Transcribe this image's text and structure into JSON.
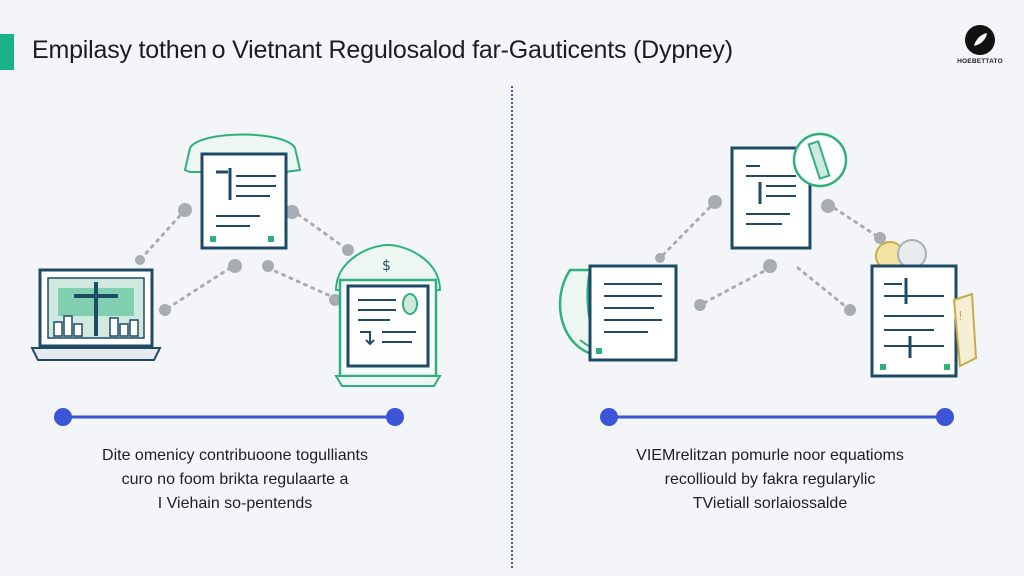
{
  "header": {
    "title": "Empilasy tothen o Vietnant Regulosalod far-Gauticents (Dypney)",
    "logo_text": "HOEBETTATO",
    "logo_icon": "circle-leaf-icon"
  },
  "colors": {
    "accent": "#19b387",
    "ink": "#1f4a66",
    "timeline": "#3b55d6",
    "connector": "#a7adb3"
  },
  "left_panel": {
    "caption_lines": [
      "Dite omenicy contribuoone togulliants",
      "curo no foom brikta regulaarte a",
      "I Viehain so-pentends"
    ]
  },
  "right_panel": {
    "caption_lines": [
      "VIEMrelitzan pomurle noor equatioms",
      "recolliould by fakra regularylic",
      "TVietiall sorlaiossalde"
    ]
  }
}
